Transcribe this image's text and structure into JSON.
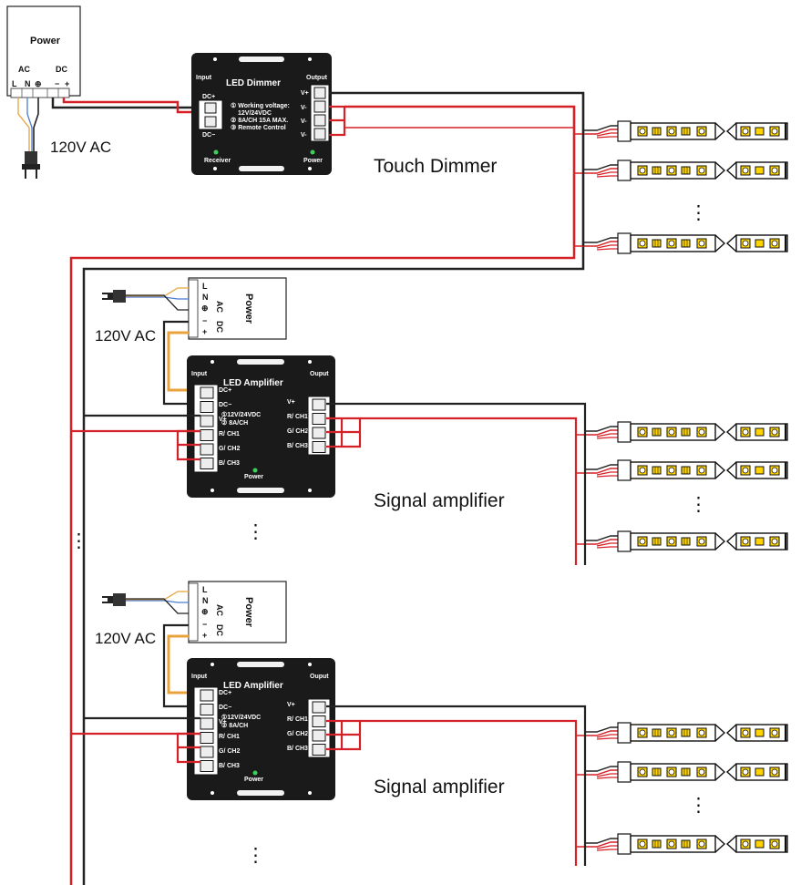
{
  "power_top": {
    "title": "Power",
    "ac": "AC",
    "dc": "DC",
    "terminals": [
      "L",
      "N",
      "⊕",
      "−",
      "+"
    ]
  },
  "power_rotated": {
    "title": "Power",
    "ac": "AC",
    "dc": "DC",
    "terminals": [
      "L",
      "N",
      "⊕",
      "−",
      "+"
    ]
  },
  "ac_label": "120V AC",
  "dimmer": {
    "title": "LED Dimmer",
    "caption": "Touch Dimmer",
    "input_label": "Input",
    "output_label": "Output",
    "dc_plus": "DC+",
    "dc_minus": "DC−",
    "spec1": "① Working voltage:",
    "spec1b": "12V/24VDC",
    "spec2": "② 8A/CH 15A MAX.",
    "spec3": "③ Remote Control",
    "receiver": "Receiver",
    "power_led": "Power",
    "out_pins": [
      "V+",
      "V-",
      "V-",
      "V-"
    ]
  },
  "amplifier": {
    "title": "LED Amplifier",
    "caption": "Signal amplifier",
    "input_label": "Input",
    "output_label": "Ouput",
    "dc_plus": "DC+",
    "dc_minus": "DC−",
    "spec1": "①12V/24VDC",
    "spec2": "② 8A/CH",
    "in_pins": [
      "V+",
      "R/ CH1",
      "G/ CH2",
      "B/ CH3"
    ],
    "out_pins": [
      "V+",
      "R/ CH1",
      "G/ CH2",
      "B/ CH3"
    ],
    "power_led": "Power"
  },
  "continuation_dots": "⋮"
}
